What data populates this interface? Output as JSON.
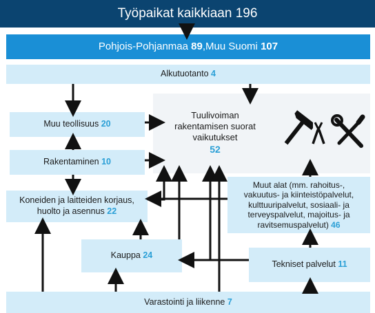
{
  "title": {
    "label": "Työpaikat kaikkiaan",
    "value": "196"
  },
  "region": {
    "label_a": "Pohjois-Pohjanmaa",
    "value_a": "89",
    "sep": ", ",
    "label_b": "Muu Suomi",
    "value_b": "107"
  },
  "nodes": {
    "alkutuotanto": {
      "label": "Alkutuotanto",
      "value": "4"
    },
    "muu_teollisuus": {
      "label": "Muu teollisuus",
      "value": "20"
    },
    "rakentaminen": {
      "label": "Rakentaminen",
      "value": "10"
    },
    "korjaus": {
      "line1": "Koneiden ja laitteiden korjaus,",
      "line2": "huolto ja asennus",
      "value": "22"
    },
    "kauppa": {
      "label": "Kauppa",
      "value": "24"
    },
    "center": {
      "line1": "Tuulivoiman",
      "line2": "rakentamisen suorat",
      "line3": "vaikutukset",
      "value": "52"
    },
    "muut_alat": {
      "line1": "Muut alat (mm. rahoitus-,",
      "line2": "vakuutus- ja kiinteistöpalvelut,",
      "line3": "kulttuuripalvelut, sosiaali- ja",
      "line4": "terveyspalvelut, majoitus- ja",
      "line5": "ravitsemuspalvelut)",
      "value": "46"
    },
    "tekniset": {
      "label": "Tekniset palvelut",
      "value": "11"
    },
    "varastointi": {
      "label": "Varastointi ja liikenne",
      "value": "7"
    }
  },
  "icons": [
    "hammer-icon",
    "pliers-icon",
    "wrench-screwdriver-icon"
  ],
  "colors": {
    "title_bg": "#0b4470",
    "region_bg": "#1a8fd6",
    "box_bg": "#d3ecf9",
    "center_bg": "#f1f4f7",
    "accent": "#2a9fd6",
    "arrow": "#111111"
  }
}
